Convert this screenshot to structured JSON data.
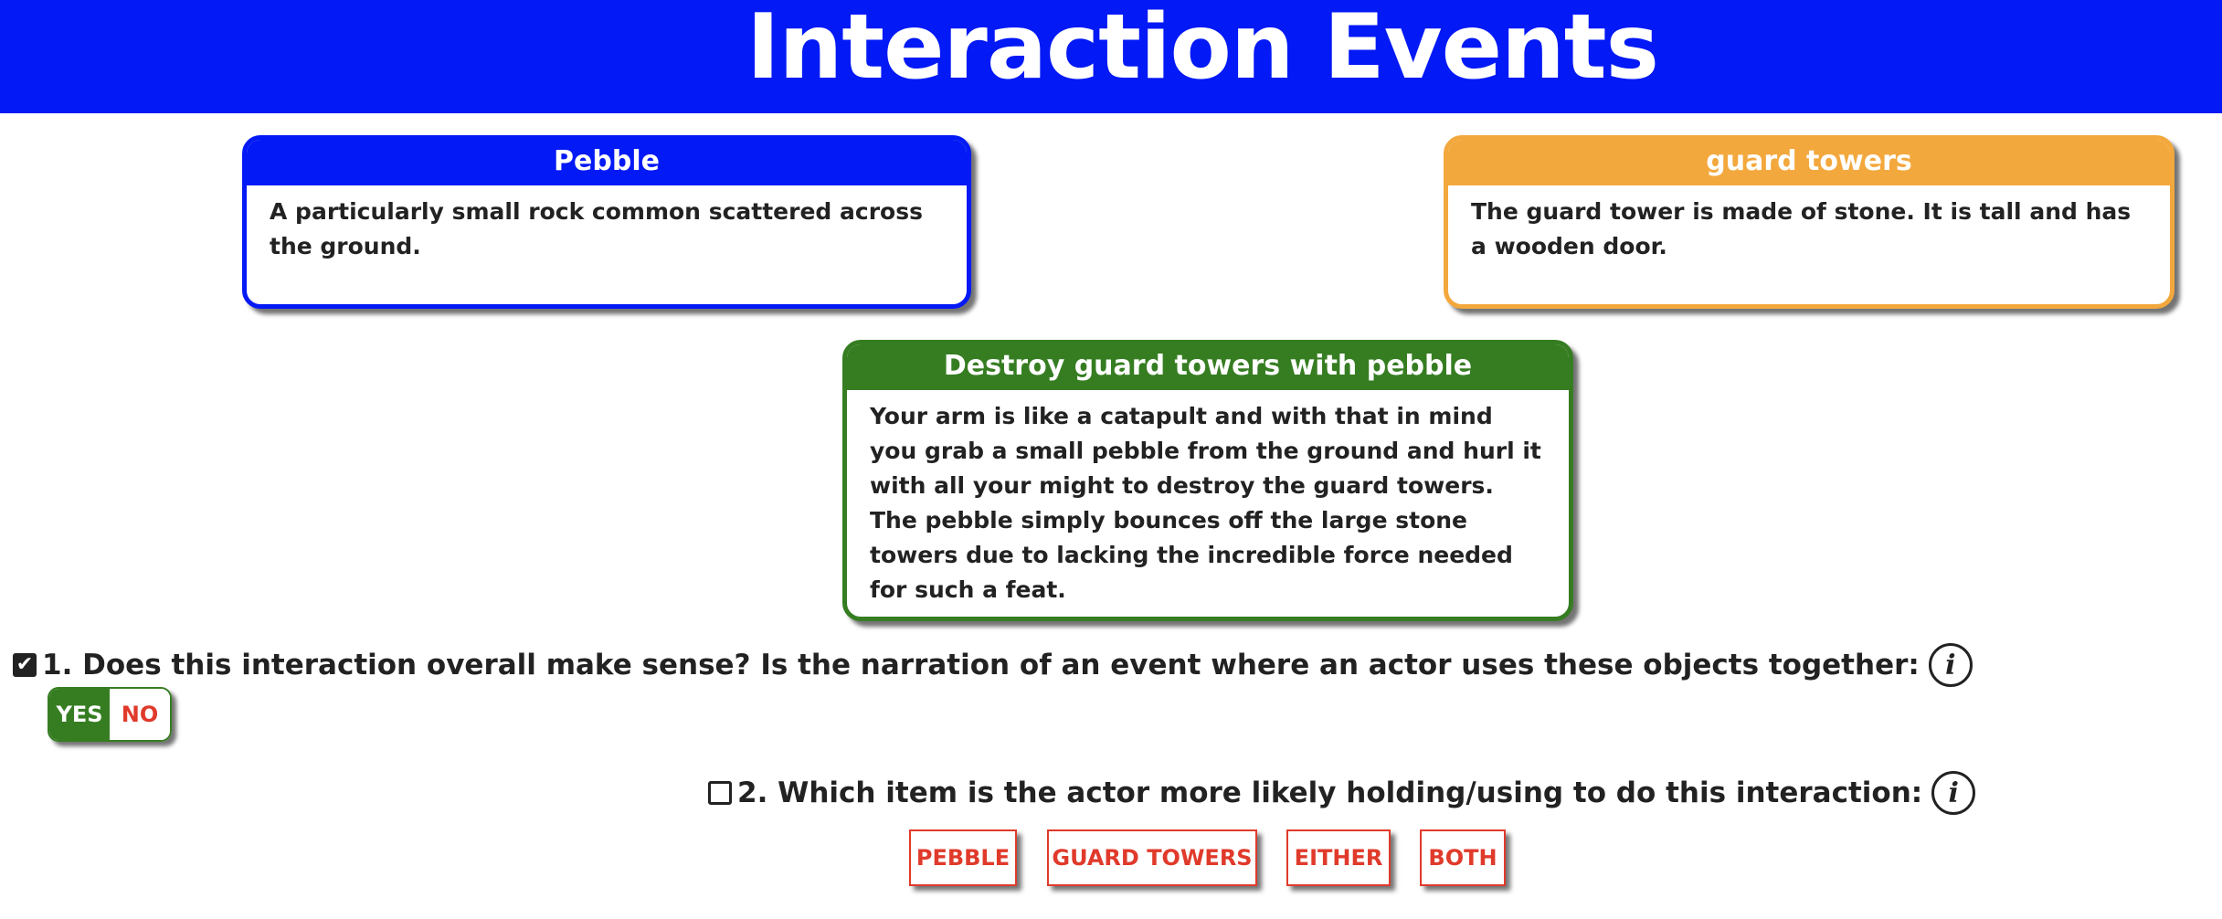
{
  "header": {
    "title": "Interaction Events",
    "bg_color": "#0319f5"
  },
  "cards": {
    "pebble": {
      "title": "Pebble",
      "body": "A particularly small rock common scattered across the ground.",
      "color": "#0319f5"
    },
    "guard_towers": {
      "title": "guard towers",
      "body": "The guard tower is made of stone. It is tall and has a wooden door.",
      "color": "#f3a83d"
    },
    "event": {
      "title": "Destroy guard towers with pebble",
      "body": "Your arm is like a catapult and with that in mind you grab a small pebble from the ground and hurl it with all your might to destroy the guard towers. The pebble simply bounces off the large stone towers due to lacking the incredible force needed for such a feat.",
      "color": "#367d22"
    }
  },
  "questions": {
    "q1": {
      "text": "1. Does this interaction overall make sense? Is the narration of an event where an actor uses these objects together:",
      "checked": true,
      "options": {
        "yes": "YES",
        "no": "NO"
      },
      "selected": "yes"
    },
    "q2": {
      "text": "2. Which item is the actor more likely holding/using to do this interaction:",
      "checked": false,
      "options": {
        "pebble": "PEBBLE",
        "guard_towers": "GUARD TOWERS",
        "either": "EITHER",
        "both": "BOTH"
      }
    }
  },
  "icons": {
    "checkbox_checked": "checkbox-checked-icon",
    "checkbox_unchecked": "checkbox-unchecked-icon",
    "info": "info-icon"
  },
  "colors": {
    "accent_red": "#e03a2b",
    "green": "#367d22",
    "text": "#222222"
  }
}
